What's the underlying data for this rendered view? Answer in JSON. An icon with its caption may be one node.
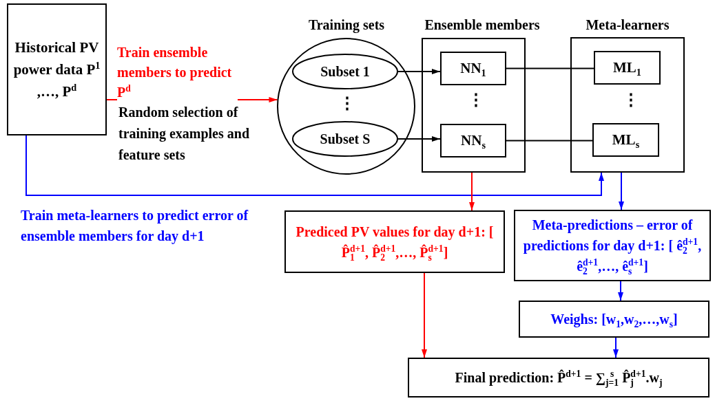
{
  "diagram": {
    "nodes": [
      {
        "text": [
          "Historical PV power data P$^{1}$ ,…, P$^{d}$"
        ]
      },
      {
        "text": [
          "Training sets"
        ]
      },
      {
        "text": [
          "Subset 1"
        ],
        "in": 1
      },
      {
        "text": [
          "Subset S"
        ],
        "in": 1
      },
      {
        "text": [
          "Ensemble members"
        ]
      },
      {
        "text": [
          "NN$_{1}$"
        ],
        "in": 4
      },
      {
        "text": [
          "NN$_{s}$"
        ],
        "in": 4
      },
      {
        "text": [
          "Meta-learners"
        ]
      },
      {
        "text": [
          "ML$_{1}$"
        ],
        "in": 7
      },
      {
        "text": [
          "ML$_{s}$"
        ],
        "in": 7
      },
      {
        "text": [
          "Prediced PV values for day d+1: [ P̂$_{1}$$^{d+1}$,  P̂$_{2}$$^{d+1}$,…, P̂$_{s}$$^{d+1}$]"
        ]
      },
      {
        "text": [
          "Meta-predictions – error of predictions for day d+1: [ ê$_{2}$$^{d+1}$,  ê$_{2}$$^{d+1}$,…, ê$_{s}$$^{d+1}$]"
        ]
      },
      {
        "text": [
          "Weighs: [w$_{1}$,w$_{2}$,…,w$_{s}$]"
        ]
      },
      {
        "text": [
          "Final prediction:  P̂$^{d+1}$ = ∑$_{j=1}$$^{s}$ P̂$_{j}$$^{d+1}$.w$_{j}$"
        ]
      }
    ],
    "edges": [
      {
        "from": 0,
        "to": 1,
        "arrow": "to",
        "label": "Train ensemble members to predict P$^{d}$",
        "color": "#ff0000"
      },
      {
        "from": 2,
        "to": 5,
        "arrow": "to"
      },
      {
        "from": 3,
        "to": 6,
        "arrow": "to"
      },
      {
        "from": 5,
        "to": 8,
        "arrow": "none"
      },
      {
        "from": 6,
        "to": 9,
        "arrow": "none"
      },
      {
        "from": 0,
        "to": 7,
        "arrow": "to",
        "label": "Train meta-learners to predict error of  ensemble members for day d+1",
        "color": "#0000ff"
      },
      {
        "from": 4,
        "to": 10,
        "arrow": "to",
        "color": "#ff0000"
      },
      {
        "from": 7,
        "to": 11,
        "arrow": "to",
        "color": "#0000ff"
      },
      {
        "from": 10,
        "to": 13,
        "arrow": "to",
        "color": "#ff0000"
      },
      {
        "from": 11,
        "to": 12,
        "arrow": "to",
        "color": "#0000ff"
      },
      {
        "from": 12,
        "to": 13,
        "arrow": "to",
        "color": "#0000ff"
      }
    ],
    "labels": [
      "Random selection of training examples and feature sets",
      "⋮",
      "⋮",
      "⋮"
    ]
  }
}
